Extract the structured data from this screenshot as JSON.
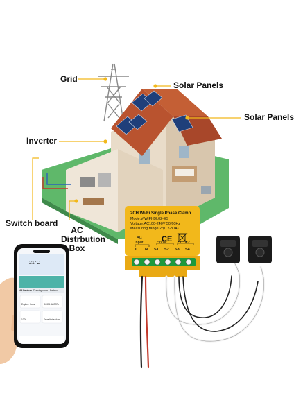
{
  "callouts": {
    "grid": "Grid",
    "solar_top": "Solar Panels",
    "solar_right": "Solar Panels",
    "inverter": "Inverter",
    "switch_board": "Switch board",
    "ac_line1": "AC",
    "ac_line2": "Distrbution",
    "ac_line3": "Box"
  },
  "device": {
    "title": "2CH Wi-Fi Single Phase Clamp",
    "model": "Mode:V-WIFI-DL02-ES",
    "voltage": "Voltage:AC100-240V 50/60Hz",
    "range": "Measuring range:2*(0.2-80A)",
    "input_label": "AC",
    "input_sub": "Input",
    "circuit1": "circuit1",
    "circuit2": "circuit2",
    "terminals": [
      "L",
      "N",
      "S1",
      "S2",
      "S3",
      "S4"
    ],
    "ce_mark": "CE"
  },
  "phone": {
    "temperature": "21°C",
    "tabs": [
      "All Devices",
      "Drawing room",
      "Bedroo"
    ],
    "cards": [
      "Explore Home",
      "DOCA BACOTe",
      "1000",
      "Drive Knife Hum"
    ]
  },
  "colors": {
    "device_yellow": "#f2b81b",
    "terminal_green": "#1e9a3c",
    "grass": "#5fb86a",
    "roof": "#b9532f",
    "wall": "#e9dcc9"
  }
}
